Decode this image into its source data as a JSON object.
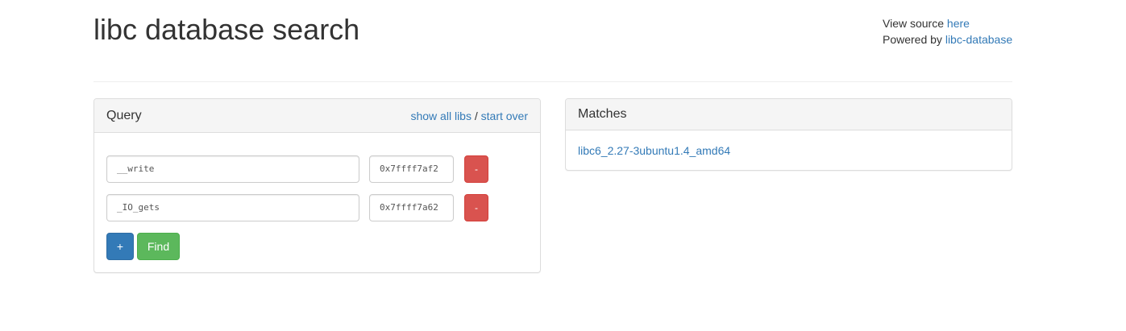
{
  "header": {
    "title": "libc database search",
    "view_source_prefix": "View source ",
    "view_source_link": "here",
    "powered_by_prefix": "Powered by ",
    "powered_by_link": "libc-database"
  },
  "query": {
    "heading": "Query",
    "show_all_libs": "show all libs",
    "separator": " / ",
    "start_over": "start over",
    "rows": [
      {
        "symbol": "__write",
        "address": "0x7ffff7af2",
        "remove_label": "-"
      },
      {
        "symbol": "_IO_gets",
        "address": "0x7ffff7a62",
        "remove_label": "-"
      }
    ],
    "add_label": "+",
    "find_label": "Find"
  },
  "matches": {
    "heading": "Matches",
    "items": [
      "libc6_2.27-3ubuntu1.4_amd64"
    ]
  },
  "colors": {
    "link": "#337ab7",
    "danger": "#d9534f",
    "primary": "#337ab7",
    "success": "#5cb85c"
  }
}
